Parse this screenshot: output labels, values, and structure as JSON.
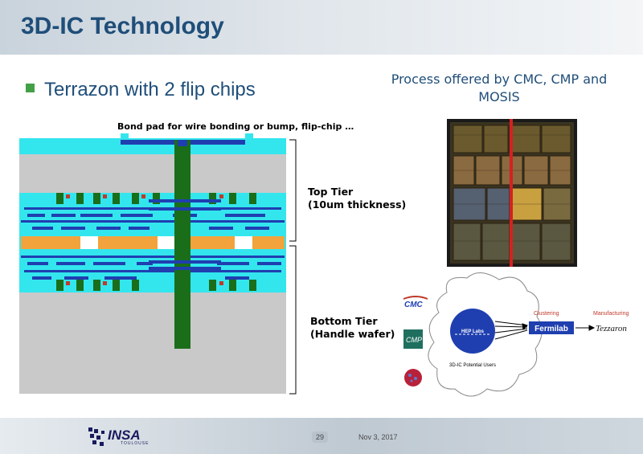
{
  "slide": {
    "title": "3D-IC Technology",
    "bullet": "Terrazon with 2 flip chips",
    "process_text": "Process offered by CMC, CMP and MOSIS"
  },
  "diagram": {
    "bond_pad_caption": "Bond pad for wire bonding or bump, flip-chip …",
    "top_tier_label": "Top Tier",
    "top_tier_sub": "(10um thickness)",
    "bottom_tier_label": "Bottom Tier",
    "bottom_tier_sub": "(Handle wafer)"
  },
  "flow": {
    "hep_labs": "HEP Labs",
    "potential_users": "3D-IC Potential Users",
    "clustering": "Clustering",
    "manufacturing": "Manufacturing",
    "fermilab": "Fermilab",
    "tezzaron": "Tezzaron",
    "cmc_logo": "CMC",
    "cmp_logo": "CMP"
  },
  "footer": {
    "logo": "INSA",
    "logo_sub": "TOULOUSE",
    "page_number": "29",
    "date": "Nov 3, 2017"
  },
  "colors": {
    "title": "#1f4e79",
    "bullet": "#43a047",
    "cyan": "#33e6ee",
    "metal_blue": "#1f3fb0",
    "via_green": "#1a6e1a",
    "bond_orange": "#f2a33c",
    "clustering_red": "#c0392b"
  }
}
